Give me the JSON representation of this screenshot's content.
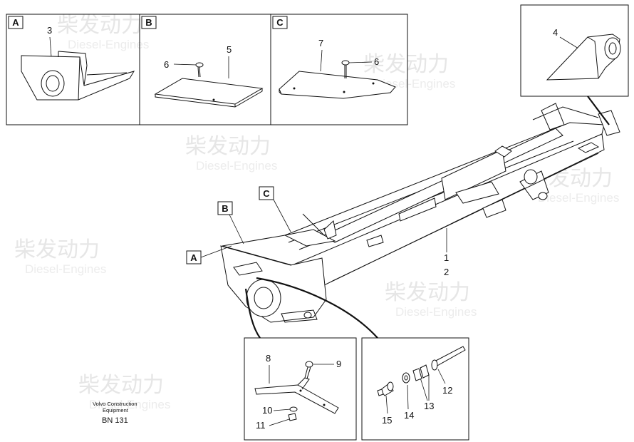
{
  "watermark": {
    "brand": "柴发动力",
    "sub": "Diesel-Engines"
  },
  "detail_boxes": {
    "A": {
      "letter": "A",
      "parts": [
        "3"
      ]
    },
    "B": {
      "letter": "B",
      "parts": [
        "6",
        "5"
      ]
    },
    "C": {
      "letter": "C",
      "parts": [
        "7",
        "6"
      ]
    },
    "D": {
      "parts": [
        "4"
      ]
    },
    "E": {
      "parts": [
        "8",
        "9",
        "10",
        "11"
      ]
    },
    "F": {
      "parts": [
        "12",
        "13",
        "14",
        "15"
      ]
    }
  },
  "main_callouts": {
    "A": "A",
    "B": "B",
    "C": "C",
    "frame_part_1": "1",
    "frame_part_2": "2"
  },
  "credit": {
    "line1": "Volvo Construction",
    "line2": "Equipment",
    "code": "BN 131"
  }
}
